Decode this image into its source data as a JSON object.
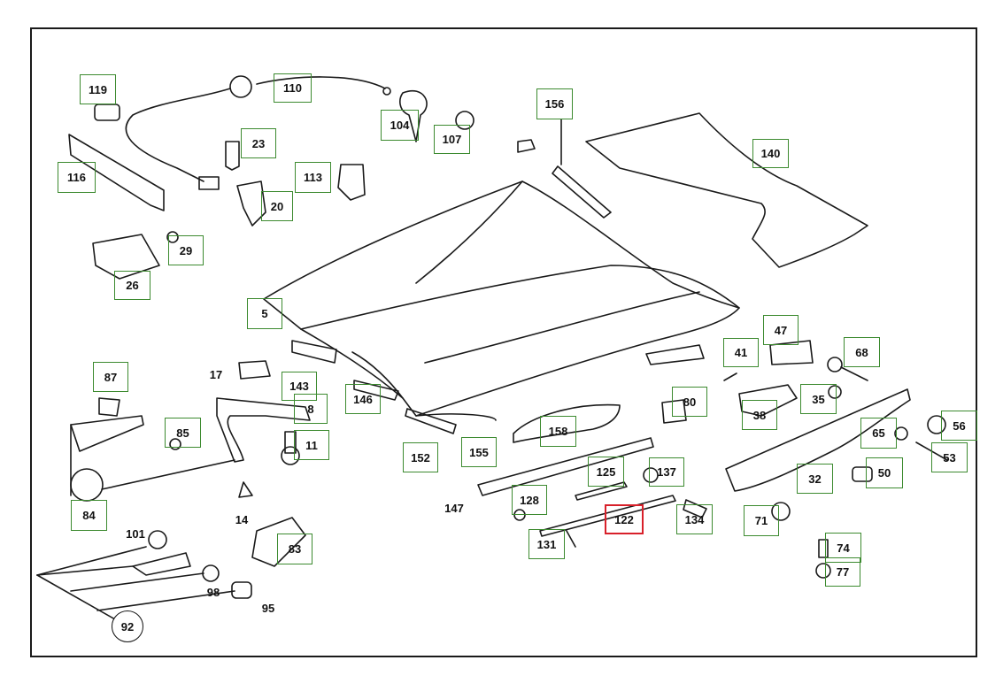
{
  "diagram": {
    "highlighted_part": "122",
    "colors": {
      "callout_box": "#3c8a2f",
      "highlight_box": "#d8202a",
      "line_art": "#1a1a1a"
    },
    "callouts": [
      {
        "id": "119",
        "style": "boxed"
      },
      {
        "id": "110",
        "style": "boxed"
      },
      {
        "id": "104",
        "style": "boxed"
      },
      {
        "id": "107",
        "style": "boxed"
      },
      {
        "id": "156",
        "style": "boxed"
      },
      {
        "id": "140",
        "style": "boxed"
      },
      {
        "id": "116",
        "style": "boxed"
      },
      {
        "id": "23",
        "style": "boxed"
      },
      {
        "id": "113",
        "style": "boxed"
      },
      {
        "id": "20",
        "style": "boxed"
      },
      {
        "id": "29",
        "style": "boxed"
      },
      {
        "id": "26",
        "style": "boxed"
      },
      {
        "id": "5",
        "style": "boxed"
      },
      {
        "id": "47",
        "style": "boxed"
      },
      {
        "id": "41",
        "style": "boxed"
      },
      {
        "id": "68",
        "style": "boxed"
      },
      {
        "id": "17",
        "style": "plain"
      },
      {
        "id": "143",
        "style": "boxed"
      },
      {
        "id": "87",
        "style": "boxed"
      },
      {
        "id": "8",
        "style": "boxed"
      },
      {
        "id": "146",
        "style": "boxed"
      },
      {
        "id": "80",
        "style": "boxed"
      },
      {
        "id": "38",
        "style": "boxed"
      },
      {
        "id": "35",
        "style": "boxed"
      },
      {
        "id": "85",
        "style": "boxed"
      },
      {
        "id": "158",
        "style": "boxed"
      },
      {
        "id": "65",
        "style": "boxed"
      },
      {
        "id": "56",
        "style": "boxed"
      },
      {
        "id": "11",
        "style": "boxed"
      },
      {
        "id": "152",
        "style": "boxed"
      },
      {
        "id": "155",
        "style": "boxed"
      },
      {
        "id": "53",
        "style": "boxed"
      },
      {
        "id": "125",
        "style": "boxed"
      },
      {
        "id": "137",
        "style": "boxed"
      },
      {
        "id": "32",
        "style": "boxed"
      },
      {
        "id": "50",
        "style": "boxed"
      },
      {
        "id": "147",
        "style": "plain"
      },
      {
        "id": "14",
        "style": "plain"
      },
      {
        "id": "128",
        "style": "boxed"
      },
      {
        "id": "122",
        "style": "highlight"
      },
      {
        "id": "134",
        "style": "boxed"
      },
      {
        "id": "71",
        "style": "boxed"
      },
      {
        "id": "84",
        "style": "boxed"
      },
      {
        "id": "101",
        "style": "plain"
      },
      {
        "id": "83",
        "style": "boxed"
      },
      {
        "id": "131",
        "style": "boxed"
      },
      {
        "id": "74",
        "style": "boxed"
      },
      {
        "id": "77",
        "style": "boxed"
      },
      {
        "id": "98",
        "style": "plain"
      },
      {
        "id": "95",
        "style": "plain"
      },
      {
        "id": "92",
        "style": "circle"
      }
    ]
  }
}
